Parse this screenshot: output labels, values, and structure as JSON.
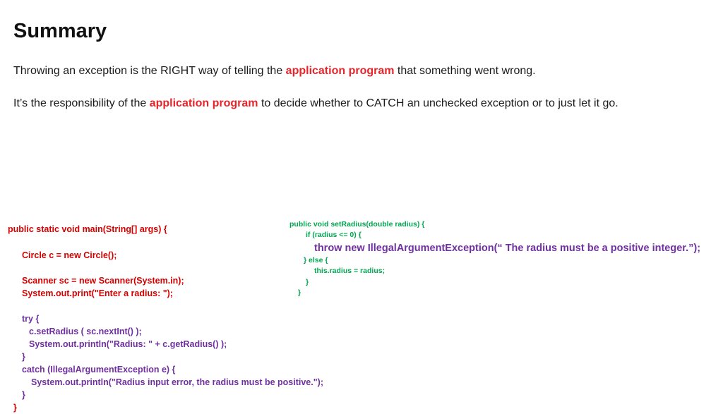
{
  "title": "Summary",
  "para1": {
    "before": "Throwing an exception is the RIGHT way of telling the ",
    "highlight": "application program",
    "after": " that something went wrong."
  },
  "para2": {
    "before": "It’s the responsibility of the ",
    "highlight": "application program",
    "after": " to decide whether to CATCH an unchecked exception or to just let it go."
  },
  "main_code": {
    "header": "public static void main(String[] args) {",
    "circle": "Circle c = new Circle();",
    "scanner": "Scanner sc = new Scanner(System.in);",
    "prompt": "System.out.print(\"Enter a radius: \");",
    "try_open": "try {",
    "set_radius": "c.setRadius ( sc.nextInt() );",
    "println_radius": "System.out.println(\"Radius: \" + c.getRadius() );",
    "try_close": "}",
    "catch_open": "catch (IllegalArgumentException e) {",
    "println_error": "System.out.println(\"Radius input error, the radius must be positive.\");",
    "catch_close": "}",
    "main_close": "}"
  },
  "radius_code": {
    "header": "public void setRadius(double radius) {",
    "if_line": "if (radius <= 0) {",
    "throw_line": "throw new IllegalArgumentException(“ The radius must be a positive integer.”);",
    "else_line": "} else {",
    "assign_line": "this.radius = radius;",
    "if_close": "}",
    "method_close": "}"
  },
  "colors": {
    "highlight": "#e8242a",
    "code_red": "#d40000",
    "code_purple": "#7030a0",
    "code_green": "#00a650"
  }
}
